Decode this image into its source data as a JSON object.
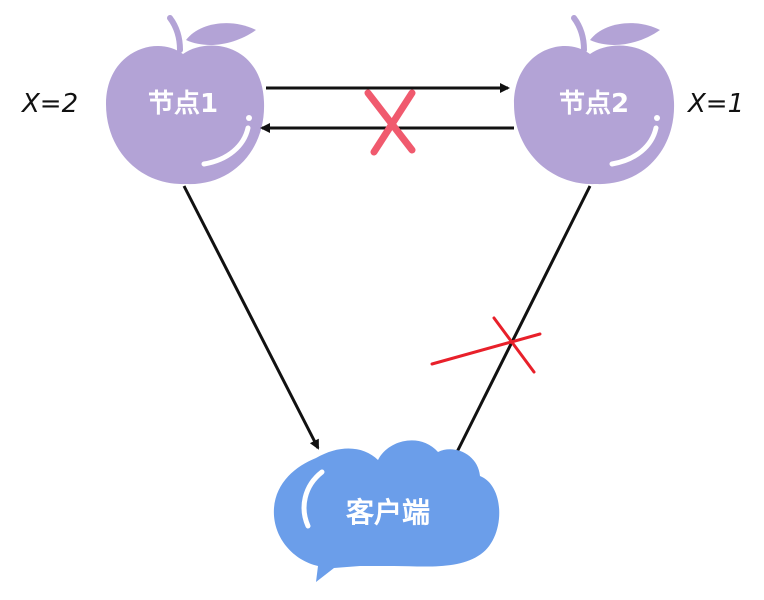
{
  "nodes": {
    "node1": {
      "label": "节点1",
      "value_label": "X=2"
    },
    "node2": {
      "label": "节点2",
      "value_label": "X=1"
    }
  },
  "client": {
    "label": "客户端"
  },
  "colors": {
    "node_fill": "#b3a3d6",
    "cloud_fill": "#6b9eea",
    "arrow": "#111111",
    "cross_pink": "#f05a6e",
    "cross_red": "#e8202a"
  }
}
